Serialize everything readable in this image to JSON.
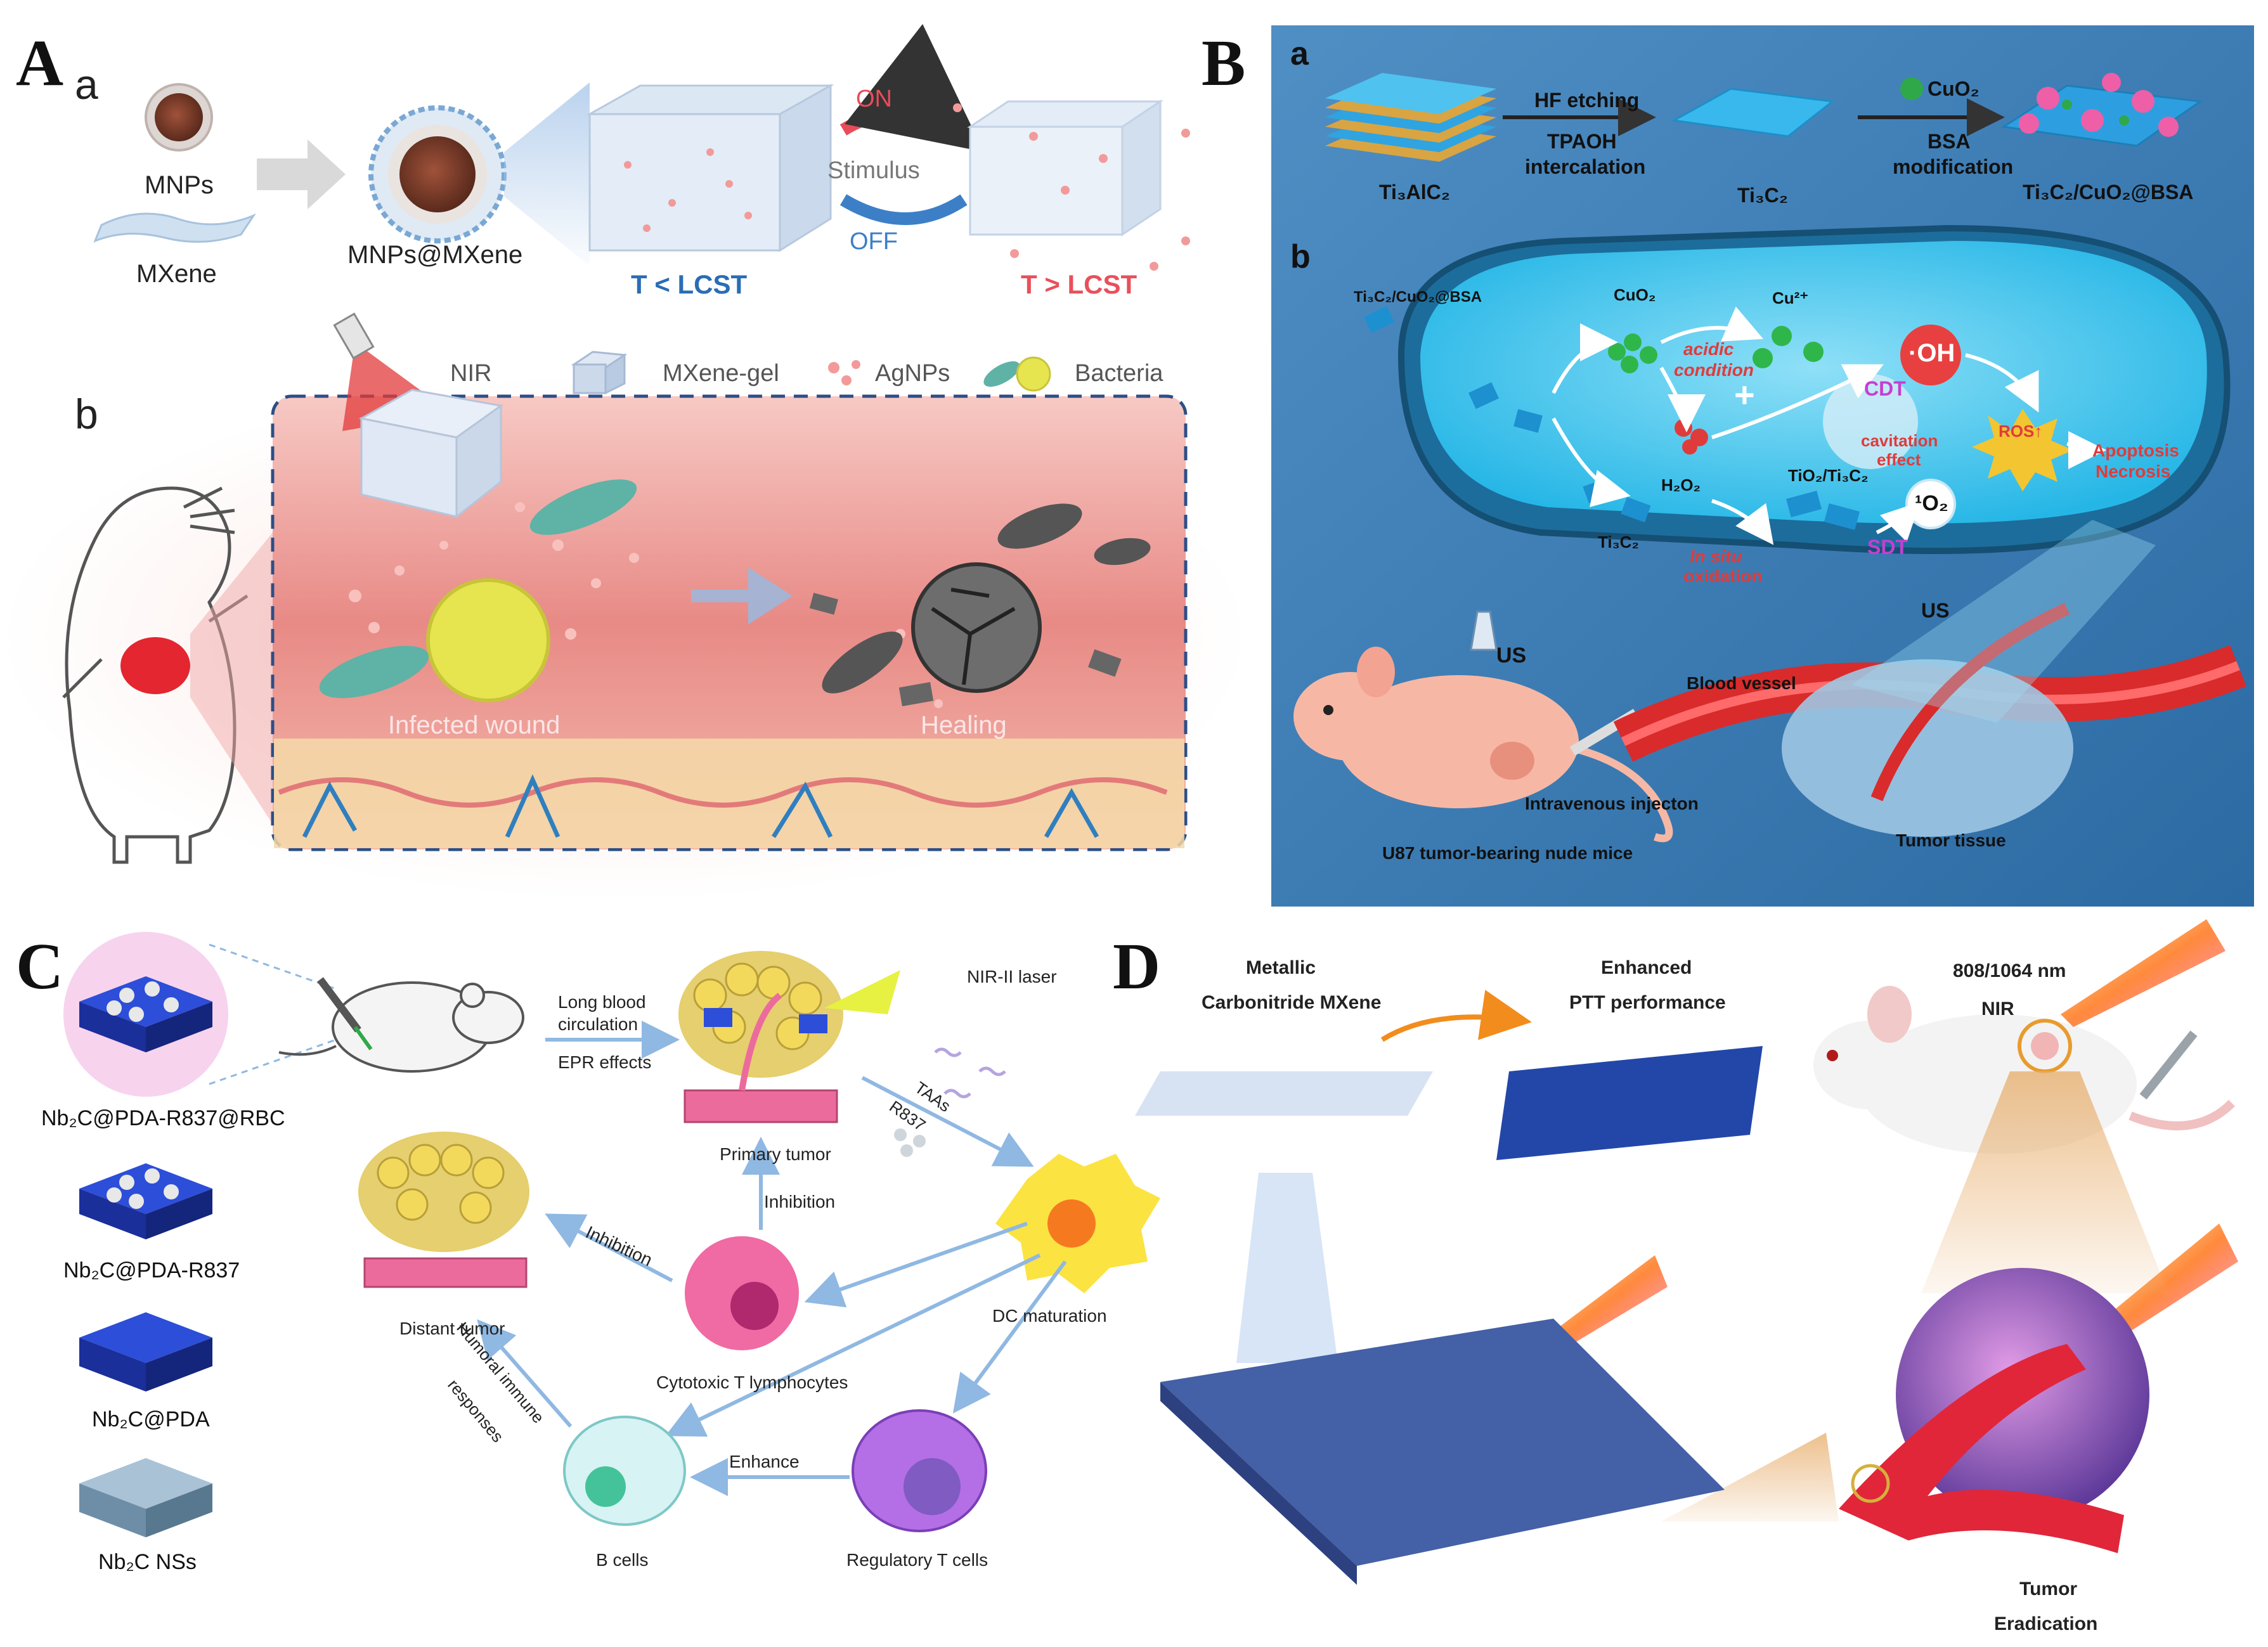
{
  "panelA": {
    "letter": "A",
    "sub_a": "a",
    "sub_b": "b",
    "mnps": "MNPs",
    "mxene": "MXene",
    "composite": "MNPs@MXene",
    "low": "T < LCST",
    "high": "T > LCST",
    "on": "ON",
    "stimulus": "Stimulus",
    "off": "OFF",
    "legend": {
      "nir": "NIR",
      "gel": "MXene-gel",
      "ag": "AgNPs",
      "bacteria": "Bacteria"
    },
    "infected": "Infected wound",
    "healing": "Healing",
    "colors": {
      "low": "#2a6db5",
      "high": "#e8505b",
      "on": "#e84c5a",
      "off": "#3d7fc7"
    }
  },
  "panelB": {
    "letter": "B",
    "sub_a": "a",
    "sub_b": "b",
    "ti3alc2": "Ti₃AlC₂",
    "hf": "HF etching",
    "tpaoh1": "TPAOH",
    "tpaoh2": "intercalation",
    "ti3c2": "Ti₃C₂",
    "cuo2": "CuO₂",
    "bsa1": "BSA",
    "bsa2": "modification",
    "product": "Ti₃C₂/CuO₂@BSA",
    "cell": {
      "entry": "Ti₃C₂/CuO₂@BSA",
      "cuo2": "CuO₂",
      "cu2": "Cu²⁺",
      "acidic1": "acidic",
      "acidic2": "condition",
      "plus": "+",
      "oh": "·OH",
      "cdt": "CDT",
      "cav1": "cavitation",
      "cav2": "effect",
      "ros": "ROS↑",
      "apop1": "Apoptosis",
      "apop2": "Necrosis",
      "h2o2": "H₂O₂",
      "tio2": "TiO₂/Ti₃C₂",
      "o2": "¹O₂",
      "ti3c2": "Ti₃C₂",
      "insitu": "In situ",
      "oxid": "oxidation",
      "sdt": "SDT",
      "us_cell": "US"
    },
    "us": "US",
    "blood": "Blood vessel",
    "iv": "Intravenous injecton",
    "mice": "U87 tumor-bearing nude mice",
    "tumor": "Tumor tissue",
    "colors": {
      "bg": "#3f7fb6",
      "ros": "#f2c531",
      "red": "#e03b3b",
      "magenta": "#c43fd1"
    }
  },
  "panelC": {
    "letter": "C",
    "np1": "Nb₂C@PDA-R837@RBC",
    "np2": "Nb₂C@PDA-R837",
    "np3": "Nb₂C@PDA",
    "np4": "Nb₂C NSs",
    "long1": "Long blood",
    "long2": "circulation",
    "epr": "EPR effects",
    "laser": "NIR-II laser",
    "primary": "Primary tumor",
    "taas": "TAAs",
    "r837": "R837",
    "inhib_up": "Inhibition",
    "dc": "DC maturation",
    "inhib_left": "Inhibition",
    "distant": "Distant tumor",
    "ctl": "Cytotoxic T lymphocytes",
    "humoral1": "Humoral immune",
    "humoral2": "responses",
    "enhance": "Enhance",
    "bcells": "B cells",
    "treg": "Regulatory T cells"
  },
  "panelD": {
    "letter": "D",
    "metal1": "Metallic",
    "metal2": "Carbonitride MXene",
    "enh1": "Enhanced",
    "enh2": "PTT performance",
    "nm": "808/1064 nm",
    "nir": "NIR",
    "tumor": "Tumor",
    "erad": "Eradication"
  }
}
